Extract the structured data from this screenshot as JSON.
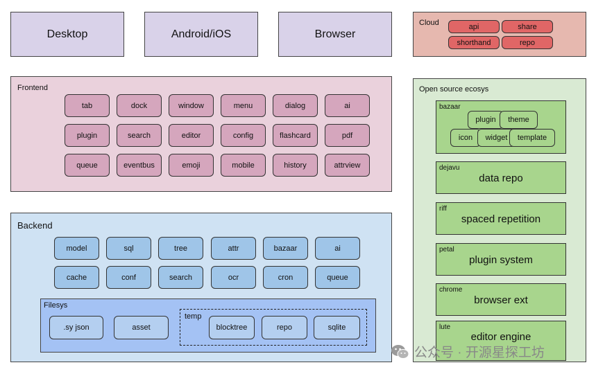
{
  "clients": [
    "Desktop",
    "Android/iOS",
    "Browser"
  ],
  "cloud": {
    "label": "Cloud",
    "items": [
      "api",
      "share",
      "shorthand",
      "repo"
    ]
  },
  "frontend": {
    "label": "Frontend",
    "items": [
      "tab",
      "dock",
      "window",
      "menu",
      "dialog",
      "ai",
      "plugin",
      "search",
      "editor",
      "config",
      "flashcard",
      "pdf",
      "queue",
      "eventbus",
      "emoji",
      "mobile",
      "history",
      "attrview"
    ]
  },
  "backend": {
    "label": "Backend",
    "items": [
      "model",
      "sql",
      "tree",
      "attr",
      "bazaar",
      "ai",
      "cache",
      "conf",
      "search",
      "ocr",
      "cron",
      "queue"
    ],
    "filesys": {
      "label": "Filesys",
      "items": [
        ".sy json",
        "asset"
      ],
      "temp": {
        "label": "temp",
        "items": [
          "blocktree",
          "repo",
          "sqlite"
        ]
      }
    }
  },
  "ecosystem": {
    "label": "Open source ecosys",
    "bazaar": {
      "label": "bazaar",
      "items": [
        "plugin",
        "theme",
        "icon",
        "widget",
        "template"
      ]
    },
    "projects": [
      {
        "name": "dejavu",
        "desc": "data repo"
      },
      {
        "name": "riff",
        "desc": "spaced repetition"
      },
      {
        "name": "petal",
        "desc": "plugin system"
      },
      {
        "name": "chrome",
        "desc": "browser ext"
      },
      {
        "name": "lute",
        "desc": "editor engine"
      }
    ]
  },
  "watermark": "公众号 · 开源星探工坊",
  "colors": {
    "client": "#d9d2e9",
    "cloud_bg": "#e6b8af",
    "cloud_chip": "#e06666",
    "frontend_bg": "#ead1dc",
    "frontend_chip": "#d5a6bd",
    "backend_bg": "#cfe2f3",
    "backend_chip": "#9fc5e8",
    "filesys_bg": "#a4c2f4",
    "eco_bg": "#d9ead3",
    "eco_chip": "#a8d58d"
  }
}
